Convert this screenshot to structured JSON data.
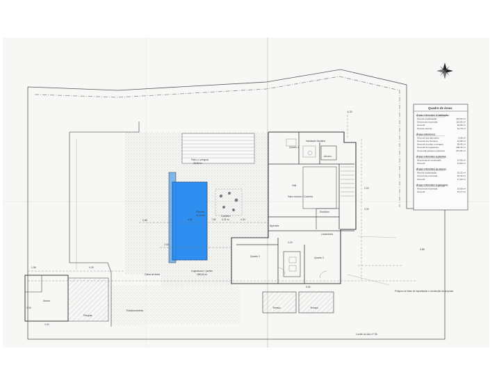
{
  "plan": {
    "rooms": {
      "patio": "Pátio c/ pérgula",
      "patio_area": "28,82 m²",
      "piscina": "Piscina",
      "piscina_area": "31,53 m²",
      "canteiro": "Canteiro",
      "canteiro_area": "5,78 m²",
      "sala": "Sala comum / Cozinha",
      "hall": "Hall",
      "quarto1": "Quarto 1",
      "quarto2": "Quarto 2",
      "quarto3": "Quarto 3",
      "instal": "Instalação Sanitária",
      "terraco1": "Terraço",
      "terraco2": "Terraço",
      "lavandaria": "Lavandaria",
      "escritorio": "Escritório",
      "alpendre": "Alpendre",
      "arrumo": "Arrumo",
      "estacionamento": "Estacionamento",
      "pergula": "Pérgula",
      "anexo": "Anexo",
      "caixa_ar": "Caixa de Areia",
      "logradouro": "Logradouro / jardim",
      "logradouro_area": "188,45 m²",
      "limite": "Limite do lote nº 36",
      "implantacao": "Polígono de base de implantação e construção da proposta"
    },
    "dims": [
      "4.90",
      "7.80",
      "3.00",
      "4.00",
      "2.00",
      "3.30",
      "5.65",
      "4.20",
      "1.56",
      "1.00",
      "3.88",
      "2.20",
      "0.65",
      "1.30",
      "4.25"
    ]
  },
  "table": {
    "title": "Quadro de áreas",
    "sections": [
      {
        "heading": "Áreas referentes à habitação:",
        "rows": [
          {
            "label": "Área de implantação",
            "value": "115,82 m²"
          },
          {
            "label": "Área bruta encerrada",
            "value": "115,82 m²"
          },
          {
            "label": "Área útil",
            "value": "94,60 m²"
          },
          {
            "label": "Área de piscina",
            "value": "31,79 m²"
          }
        ]
      },
      {
        "heading": "Áreas exteriores:",
        "rows": [
          {
            "label": "Área útil dos alpendres",
            "value": "5,98 m²"
          },
          {
            "label": "Área útil dos Terraços",
            "value": "13,95 m²"
          },
          {
            "label": "Área útil do pátio c/ pérgula",
            "value": "28,45 m²"
          },
          {
            "label": "Área útil do logradouro",
            "value": "188,44 m²"
          },
          {
            "label": "Área total espaços exteriores",
            "value": "237,64 m²"
          }
        ]
      },
      {
        "heading": "Áreas referentes à piscina:",
        "rows": [
          {
            "label": "Área bruta de construção",
            "value": "14,96 m²"
          },
          {
            "label": "Área útil",
            "value": "12,80 m²"
          }
        ]
      },
      {
        "heading": "Áreas referentes ao anexo:",
        "rows": [
          {
            "label": "Área de implantação",
            "value": "20,22 m²"
          },
          {
            "label": "Área bruta encerrada",
            "value": "20,22 m²"
          },
          {
            "label": "Área útil",
            "value": "17,03 m²"
          }
        ]
      },
      {
        "heading": "Áreas referentes à garagem:",
        "rows": [
          {
            "label": "Área bruta encerrada",
            "value": "19,08 m²"
          },
          {
            "label": "Área útil",
            "value": "15,17 m²"
          }
        ]
      }
    ]
  },
  "north": {
    "label": "N",
    "icon": "compass-rose-icon"
  },
  "colors": {
    "pool": "#2f8ff0",
    "line": "#4a4a4a",
    "hatch": "#bdbdbd"
  }
}
